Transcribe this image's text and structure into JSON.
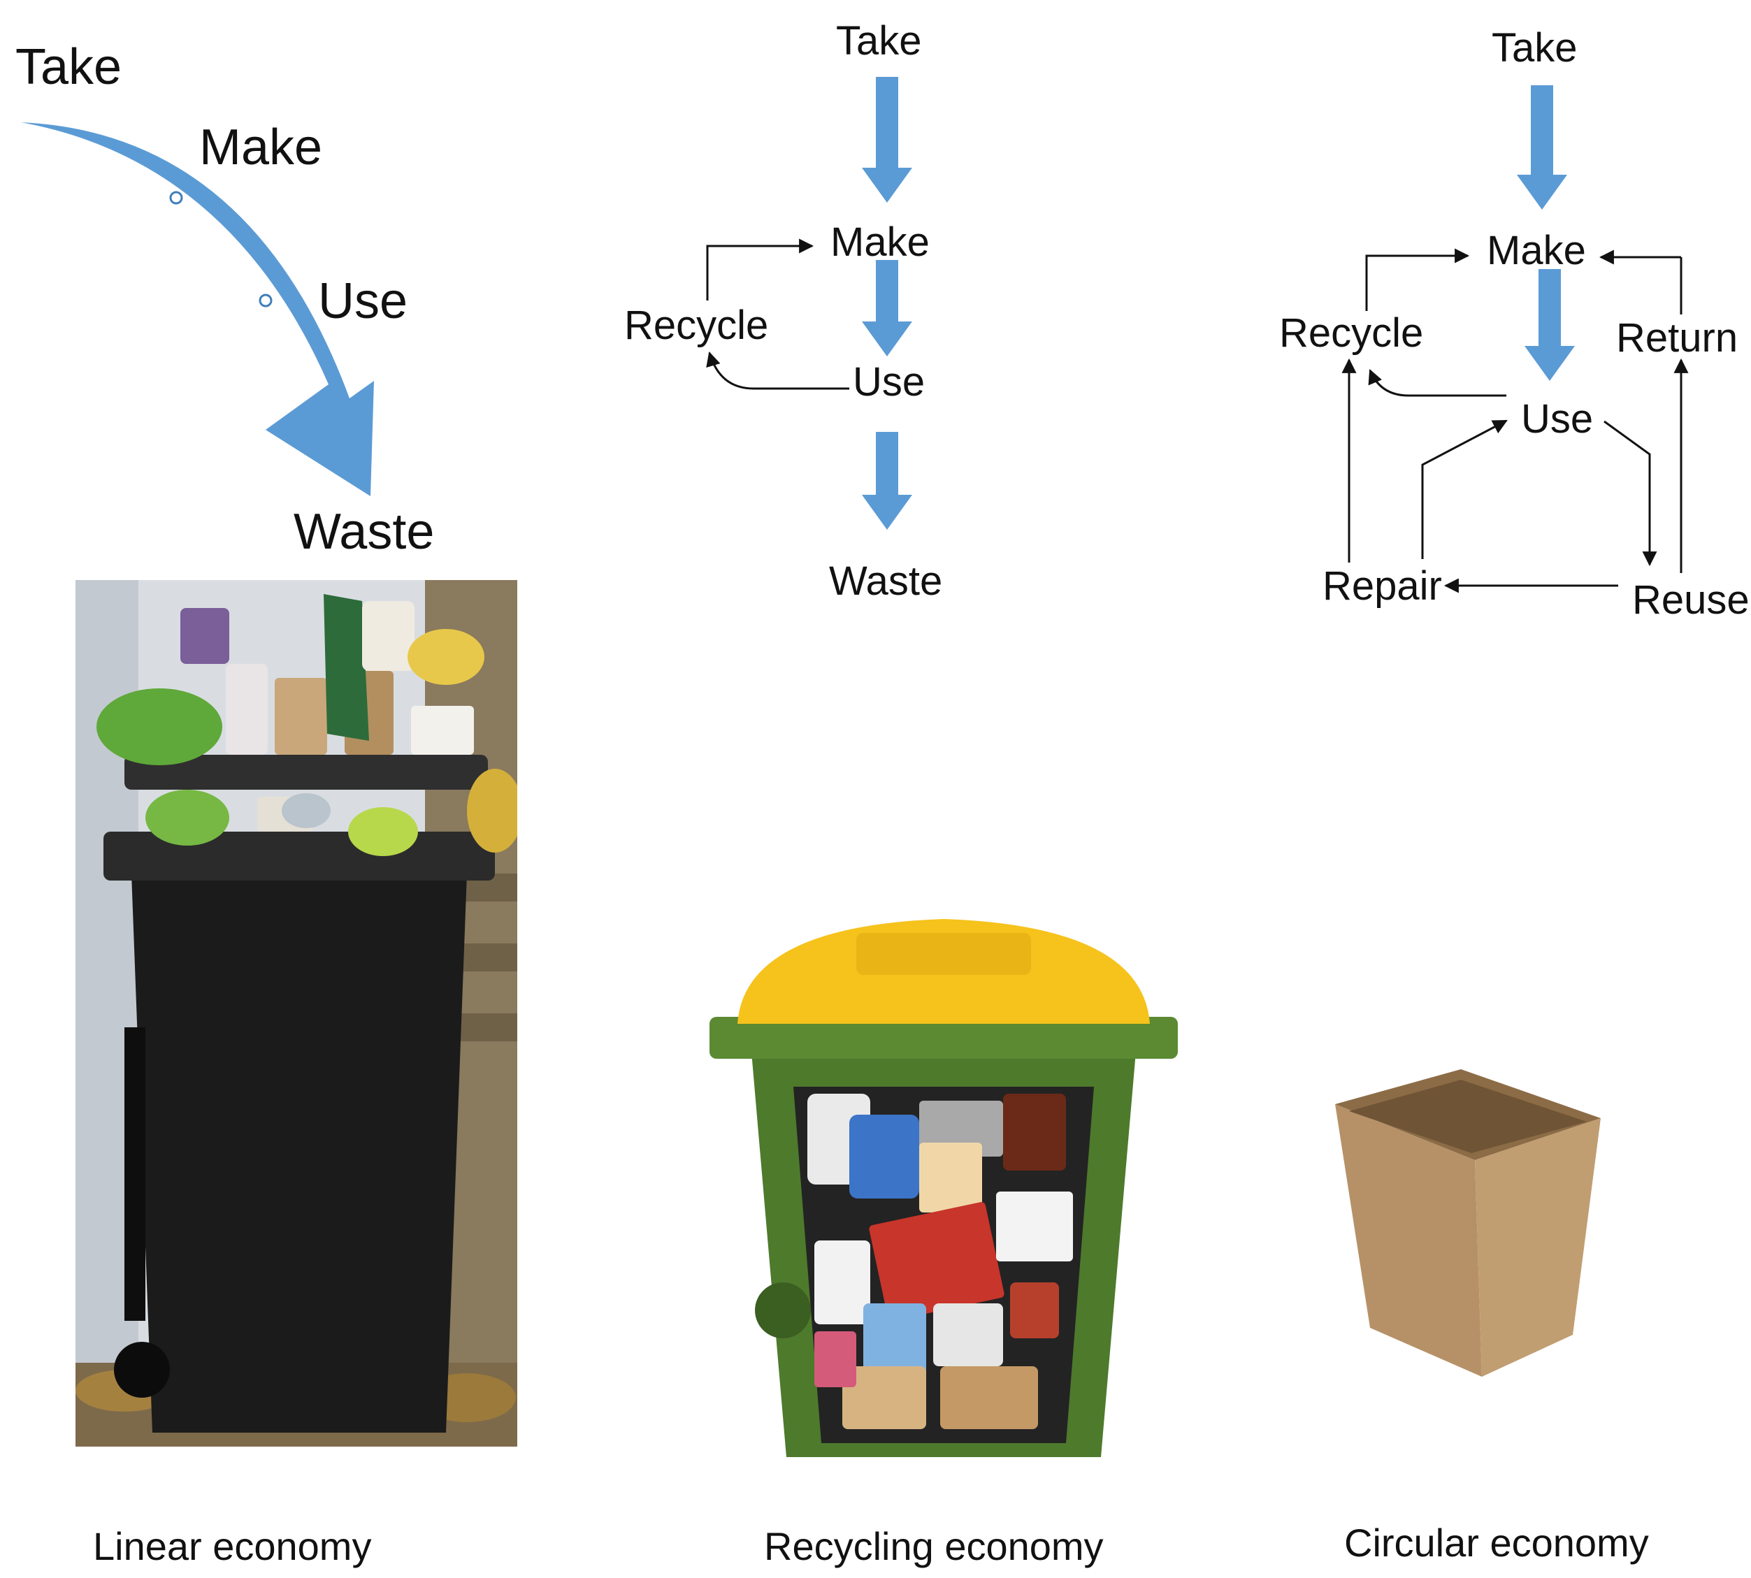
{
  "linear": {
    "take": "Take",
    "make": "Make",
    "use": "Use",
    "waste": "Waste",
    "caption": "Linear economy"
  },
  "recycling": {
    "take": "Take",
    "make": "Make",
    "recycle": "Recycle",
    "use": "Use",
    "waste": "Waste",
    "caption": "Recycling economy"
  },
  "circular": {
    "take": "Take",
    "make": "Make",
    "recycle": "Recycle",
    "return": "Return",
    "use": "Use",
    "repair": "Repair",
    "reuse": "Reuse",
    "caption": "Circular economy"
  },
  "colors": {
    "arrow_blue": "#5b9bd5",
    "bin_black": "#1b1b1b",
    "bin_green": "#4e7a2c",
    "lid_yellow": "#f6c21c",
    "cardboard": "#b08d63"
  }
}
